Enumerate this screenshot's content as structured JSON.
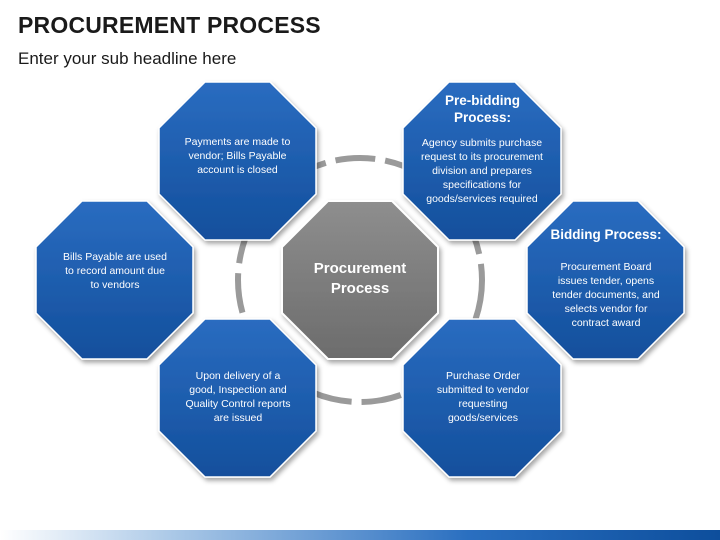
{
  "title": "PROCUREMENT PROCESS",
  "subtitle": "Enter your sub headline here",
  "center": {
    "label_line1": "Procurement",
    "label_line2": "Process"
  },
  "nodes": {
    "payments": {
      "text": "Payments are made to vendor; Bills Payable account is closed"
    },
    "prebidding": {
      "heading": "Pre-bidding Process:",
      "text": "Agency submits purchase request to its procurement division and prepares specifications for goods/services required"
    },
    "bills_payable": {
      "text": "Bills Payable are used to record amount due to vendors"
    },
    "bidding": {
      "heading": "Bidding Process:",
      "text": "Procurement Board issues tender, opens tender documents, and selects vendor for contract award"
    },
    "delivery": {
      "text": "Upon delivery of a good, Inspection and Quality Control reports are issued"
    },
    "purchase_order": {
      "text": "Purchase Order submitted to vendor requesting goods/services"
    }
  },
  "colors": {
    "node_fill": "#1f5fb0",
    "center_fill": "#808080",
    "ring": "#9a9a9a"
  }
}
